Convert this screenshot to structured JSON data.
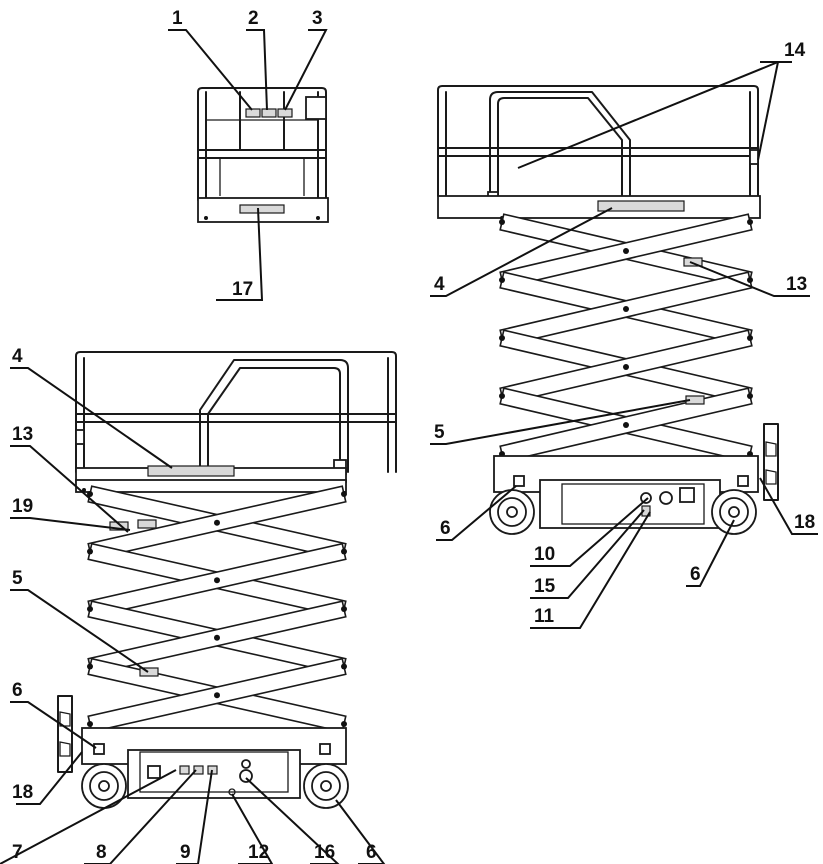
{
  "callouts": {
    "c1": "1",
    "c2": "2",
    "c3": "3",
    "c17": "17",
    "c14": "14",
    "c4r": "4",
    "c13r": "13",
    "c5r": "5",
    "c6r_left": "6",
    "c18r": "18",
    "c10": "10",
    "c6r_right": "6",
    "c15": "15",
    "c11": "11",
    "c4l": "4",
    "c13l": "13",
    "c19": "19",
    "c5l": "5",
    "c6l_top": "6",
    "c18l": "18",
    "c7": "7",
    "c8": "8",
    "c9": "9",
    "c12": "12",
    "c16": "16",
    "c6l_right": "6"
  }
}
